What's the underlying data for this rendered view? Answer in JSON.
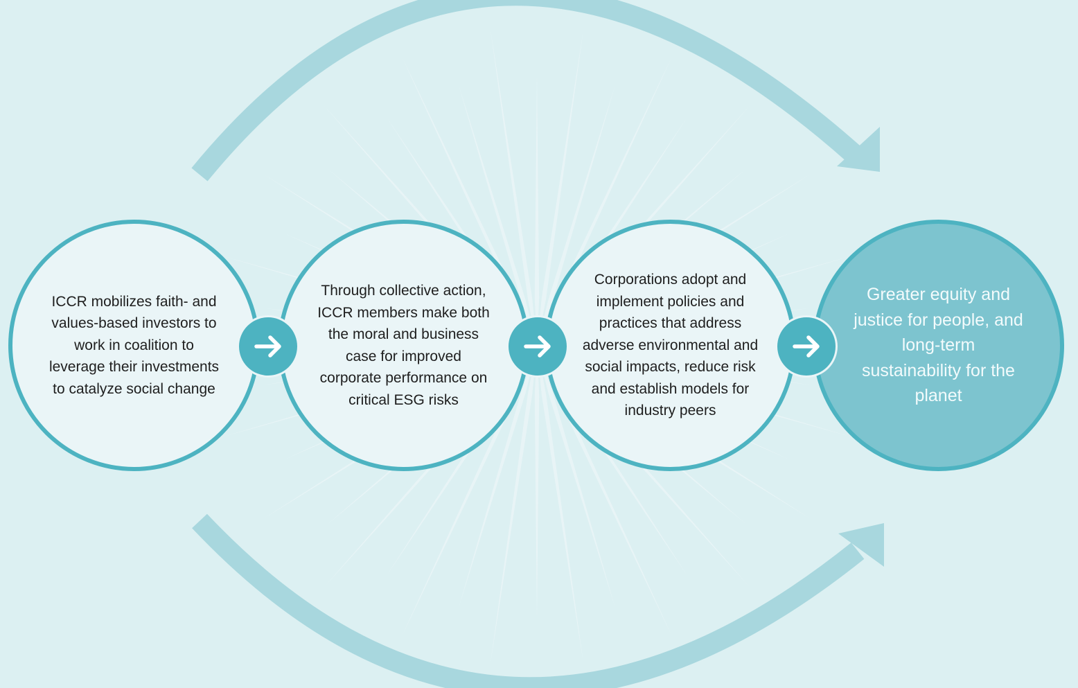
{
  "steps": [
    {
      "text": "ICCR mobilizes faith- and values-based investors to work in coalition to leverage their investments to catalyze social change"
    },
    {
      "text": "Through collective action, ICCR members make both the moral and business case for improved corporate performance on critical ESG risks"
    },
    {
      "text": "Corporations adopt and implement policies and practices that address adverse environmental and social impacts, reduce risk and establish models for industry peers"
    },
    {
      "text": "Greater equity and justice for people, and long-term sustainability for the planet"
    }
  ],
  "connectors": [
    {
      "icon": "arrow-right-icon"
    },
    {
      "icon": "arrow-right-icon"
    },
    {
      "icon": "arrow-right-icon"
    }
  ],
  "colors": {
    "background": "#dcf0f2",
    "accent": "#4db3c1",
    "circle_fill": "#eaf5f7",
    "final_fill": "#7dc4cf",
    "curved_arrow": "#a8d7de",
    "starburst": "#eaf5f7"
  }
}
